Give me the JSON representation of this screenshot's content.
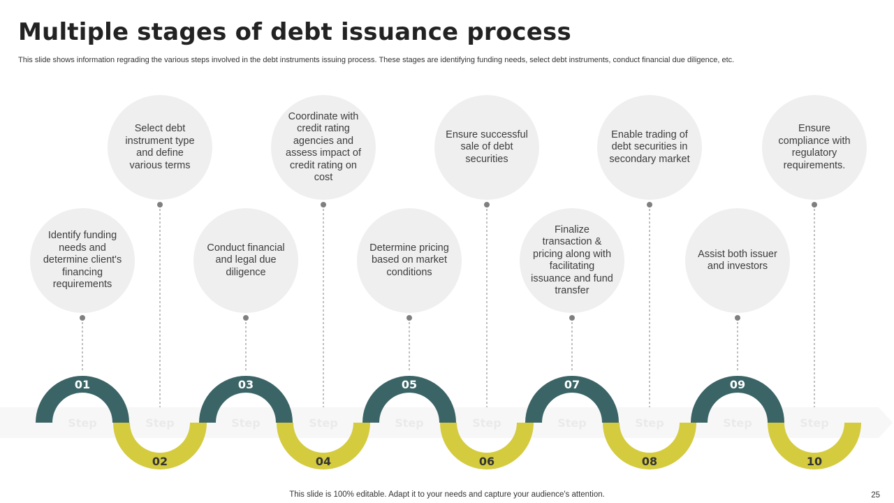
{
  "title": "Multiple stages of debt issuance process",
  "subtitle": "This slide shows information regrading the various steps involved in the debt instruments issuing process. These stages are identifying funding needs, select debt instruments, conduct financial due diligence, etc.",
  "colors": {
    "upper_arc": "#3b6466",
    "lower_arc": "#d4cb3f",
    "bubble": "#efefef",
    "arrow_band": "#f7f7f7",
    "step_word": "#eaeaea",
    "connector": "#7f7f7f"
  },
  "step_word": "Step",
  "steps": [
    {
      "number": "01",
      "text": "Identify funding needs and determine client's financing requirements"
    },
    {
      "number": "02",
      "text": "Select debt instrument type and define various terms"
    },
    {
      "number": "03",
      "text": "Conduct financial and legal due diligence"
    },
    {
      "number": "04",
      "text": "Coordinate with credit rating agencies and assess impact of credit rating on cost"
    },
    {
      "number": "05",
      "text": "Determine pricing based on market conditions"
    },
    {
      "number": "06",
      "text": "Ensure successful sale of debt securities"
    },
    {
      "number": "07",
      "text": "Finalize transaction & pricing along with facilitating issuance and fund transfer"
    },
    {
      "number": "08",
      "text": "Enable trading of debt securities in secondary market"
    },
    {
      "number": "09",
      "text": "Assist both issuer and investors"
    },
    {
      "number": "10",
      "text": "Ensure compliance with regulatory requirements."
    }
  ],
  "footer": "This slide is 100% editable. Adapt it to your needs and capture your audience's attention.",
  "page_number": "25"
}
